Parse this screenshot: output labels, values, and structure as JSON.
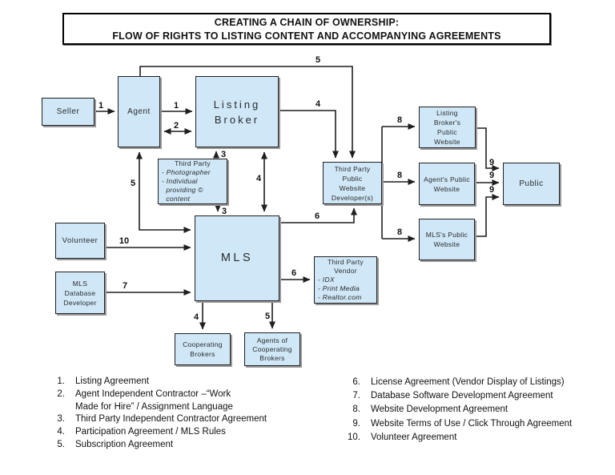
{
  "title": {
    "line1": "CREATING A CHAIN OF OWNERSHIP:",
    "line2": "FLOW OF RIGHTS TO LISTING CONTENT AND ACCOMPANYING AGREEMENTS"
  },
  "nodes": {
    "seller": {
      "label": "Seller"
    },
    "agent": {
      "label": "Agent"
    },
    "listing_broker": {
      "lines": [
        "Listing",
        "Broker"
      ]
    },
    "third_party_content": {
      "title": "Third Party",
      "lines": [
        "- Photographer",
        "- Individual",
        "  providing ©",
        "  content"
      ]
    },
    "website_developer": {
      "lines": [
        "Third Party",
        "Public",
        "Website",
        "Developer(s)"
      ]
    },
    "volunteer": {
      "label": "Volunteer"
    },
    "mls_database_developer": {
      "lines": [
        "MLS",
        "Database",
        "Developer"
      ]
    },
    "mls": {
      "label": "MLS"
    },
    "third_party_vendor": {
      "titles": [
        "Third Party",
        "Vendor"
      ],
      "lines": [
        "- IDX",
        "- Print Media",
        "- Realtor.com"
      ]
    },
    "cooperating_brokers": {
      "lines": [
        "Cooperating",
        "Brokers"
      ]
    },
    "agents_of_cooperating_brokers": {
      "lines": [
        "Agents of",
        "Cooperating",
        "Brokers"
      ]
    },
    "listing_broker_website": {
      "lines": [
        "Listing",
        "Broker's",
        "Public",
        "Website"
      ]
    },
    "agent_website": {
      "lines": [
        "Agent's Public",
        "Website"
      ]
    },
    "mls_website": {
      "lines": [
        "MLS's Public",
        "Website"
      ]
    },
    "public": {
      "label": "Public"
    }
  },
  "edge_labels": {
    "seller_agent": "1",
    "agent_broker": "1",
    "agent_broker_work": "2",
    "agent_developer": "5",
    "broker_developer": "4",
    "content_broker": "3",
    "content_mls": "3",
    "broker_mls": "4",
    "agent_mls": "5",
    "volunteer_mls": "10",
    "dbdev_mls": "7",
    "mls_developer": "6",
    "mls_vendor": "6",
    "mls_coop": "4",
    "mls_agents_coop": "5",
    "dev_lb_site": "8",
    "dev_agent_site": "8",
    "dev_mls_site": "8",
    "lb_site_public": "9",
    "agent_site_public": "9",
    "mls_site_public": "9"
  },
  "legend": {
    "left": [
      {
        "num": "1.",
        "text": "Listing Agreement"
      },
      {
        "num": "2.",
        "text": "Agent Independent Contractor –“Work"
      },
      {
        "num": "",
        "text": "Made for Hire” / Assignment Language"
      },
      {
        "num": "3.",
        "text": "Third Party Independent Contractor Agreement"
      },
      {
        "num": "4.",
        "text": "Participation Agreement / MLS Rules"
      },
      {
        "num": "5.",
        "text": "Subscription Agreement"
      }
    ],
    "right": [
      {
        "num": "6.",
        "text": "License Agreement (Vendor Display of Listings)"
      },
      {
        "num": "7.",
        "text": "Database Software Development Agreement"
      },
      {
        "num": "8.",
        "text": "Website Development Agreement"
      },
      {
        "num": "9.",
        "text": "Website Terms of Use / Click Through Agreement"
      },
      {
        "num": "10.",
        "text": "Volunteer Agreement"
      }
    ]
  },
  "colors": {
    "node_fill": "#cfe7f7",
    "node_border": "#1f1f1f",
    "line": "#1f1f1f",
    "background": "#ffffff"
  }
}
